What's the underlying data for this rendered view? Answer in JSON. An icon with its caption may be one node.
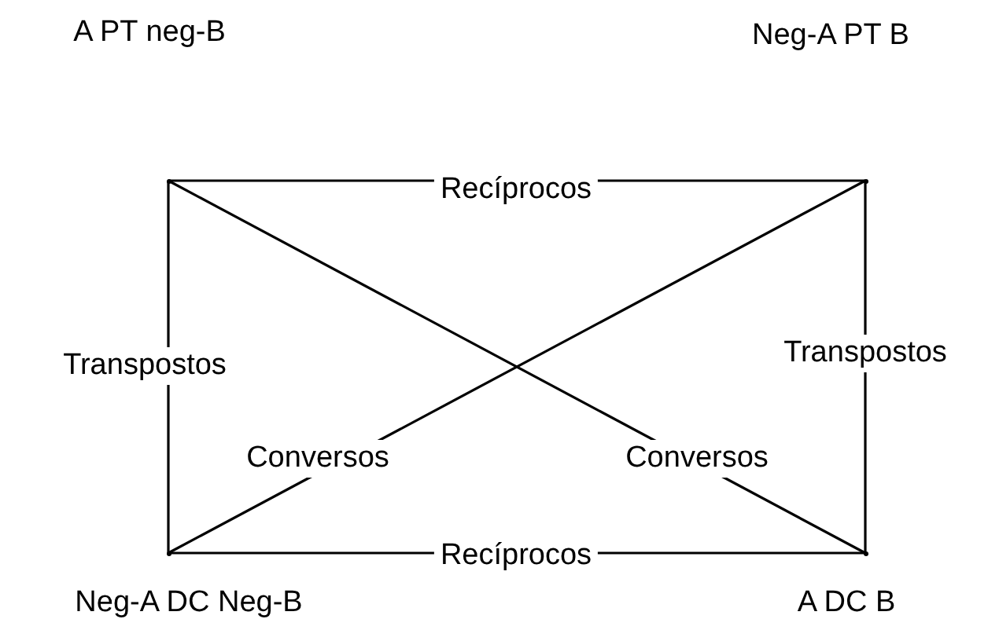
{
  "diagram": {
    "nodes": [
      {
        "text": [],
        "shape": "point"
      },
      {
        "text": [],
        "shape": "point"
      },
      {
        "text": [],
        "shape": "point",
        "beside": [
          "Neg-A DC Neg-B"
        ]
      },
      {
        "text": [],
        "shape": "point",
        "beside": [
          "A DC B"
        ]
      }
    ],
    "edges": [
      {
        "from": 0,
        "to": 1,
        "arrow": "none",
        "label": "Recíprocos"
      },
      {
        "from": 0,
        "to": 2,
        "arrow": "none",
        "label": "Transpostos"
      },
      {
        "from": 1,
        "to": 3,
        "arrow": "none",
        "label": "Transpostos"
      },
      {
        "from": 1,
        "to": 2,
        "arrow": "none",
        "label": "Conversos"
      },
      {
        "from": 0,
        "to": 3,
        "arrow": "none",
        "label": "Conversos"
      },
      {
        "from": 2,
        "to": 3,
        "arrow": "none",
        "label": "Recíprocos"
      }
    ],
    "labels": [
      "A PT neg-B",
      "Neg-A PT B"
    ]
  }
}
